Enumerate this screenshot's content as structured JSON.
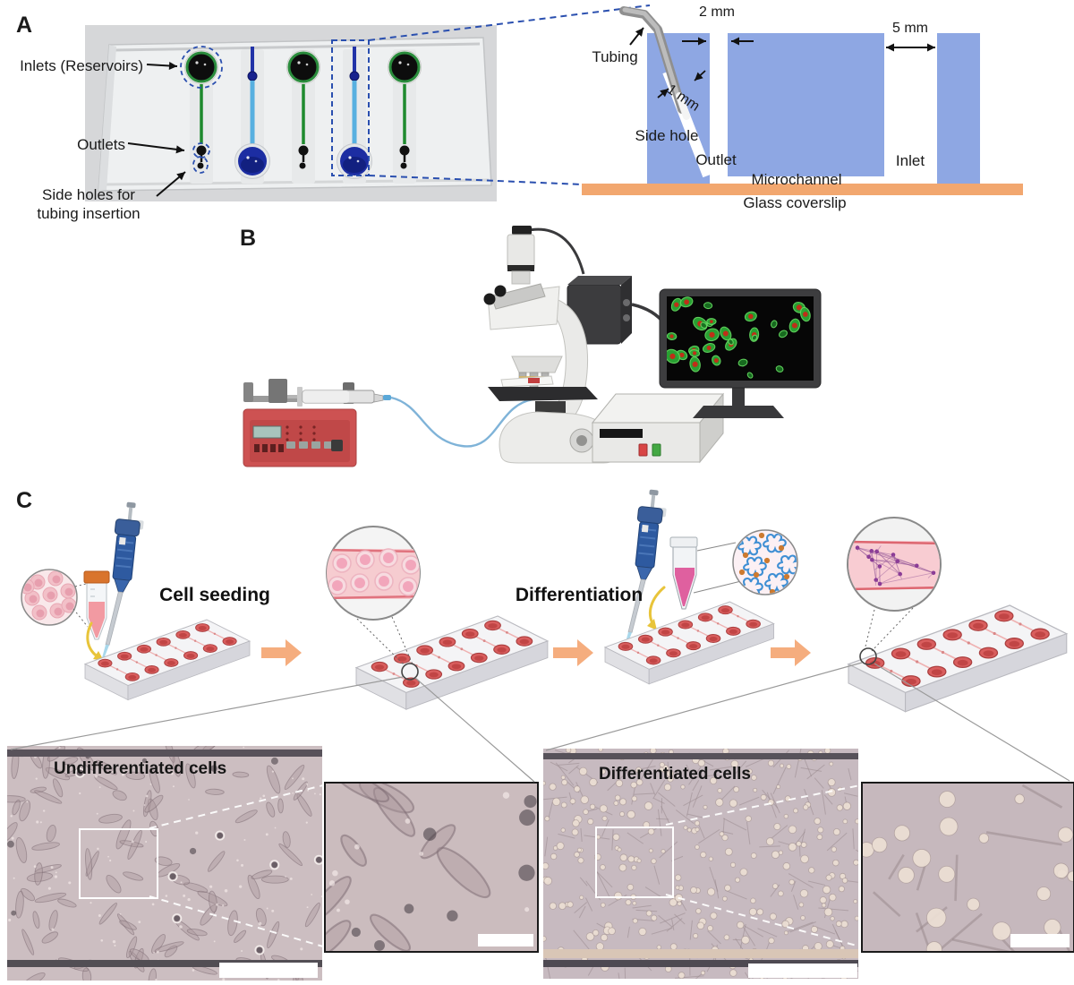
{
  "colors": {
    "schematic_block_blue": "#8ea7e3",
    "coverslip_orange": "#f2a76f",
    "annotation_blue": "#2a4faf",
    "channel_green": "#1f8a2e",
    "channel_light_blue": "#58b0e0",
    "reservoir_navy": "#1c2da2",
    "pump_red": "#cd5252",
    "flow_arrow_orange": "#f5ad7e",
    "screen_cell_green": "#2aa835",
    "screen_nucleus_red": "#bf2f18",
    "chip_well_red": "#d95e5e",
    "pipette_blue": "#2f5a9e"
  },
  "panel_a": {
    "label": "A",
    "photo": {
      "inlets_label": "Inlets (Reservoirs)",
      "outlets_label": "Outlets",
      "side_holes_label_line1": "Side holes for",
      "side_holes_label_line2": "tubing insertion"
    },
    "schematic": {
      "tubing_label": "Tubing",
      "outlet_width_label": "2 mm",
      "inlet_width_label": "5 mm",
      "side_hole_width_label": "1 mm",
      "side_hole_label": "Side hole",
      "outlet_label": "Outlet",
      "inlet_label": "Inlet",
      "microchannel_label": "Microchannel",
      "glass_coverslip_label": "Glass coverslip"
    }
  },
  "panel_b": {
    "label": "B"
  },
  "panel_c": {
    "label": "C",
    "step1_label": "Cell seeding",
    "step2_label": "Differentiation",
    "micrographs": {
      "undifferentiated_title": "Undifferentiated cells",
      "differentiated_title": "Differentiated cells"
    }
  }
}
